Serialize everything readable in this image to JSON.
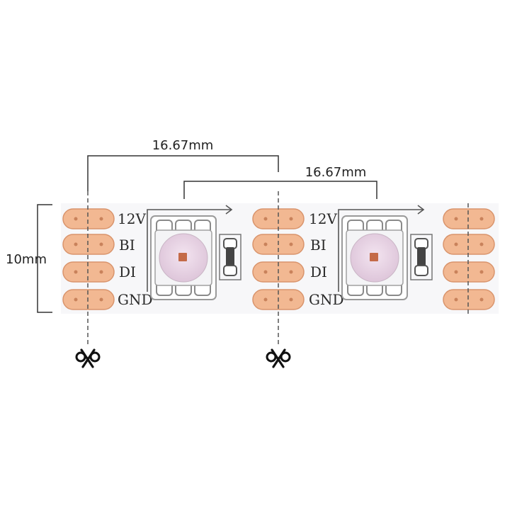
{
  "dimensions": {
    "segment_spacing_1": "16.67mm",
    "segment_spacing_2": "16.67mm",
    "strip_width": "10mm"
  },
  "pad_labels": [
    "12V",
    "BI",
    "DI",
    "GND"
  ],
  "cut_markers": [
    "scissors-icon",
    "scissors-icon"
  ],
  "colors": {
    "strip": "#f7f7f9",
    "copper_pad": "#f2b892",
    "copper_pad_border": "#d9946c",
    "led_body": "#ffffff",
    "led_lens": "#e9d4e6",
    "led_chip": "#c46a48",
    "line": "#333333",
    "cut_line": "#555555"
  }
}
